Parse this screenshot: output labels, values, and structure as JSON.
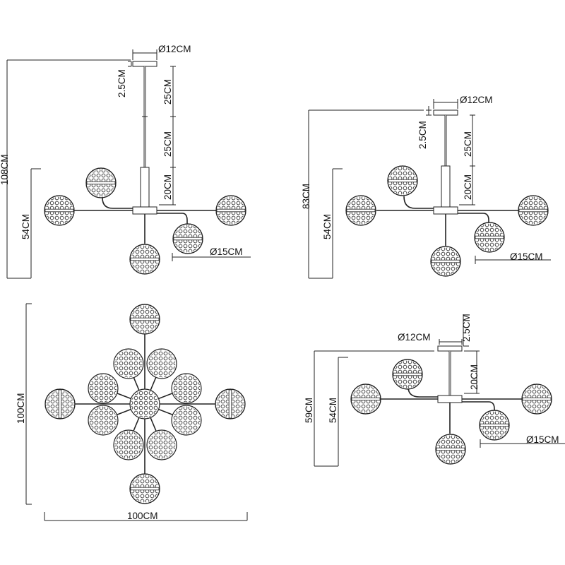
{
  "views": {
    "large_pendant": {
      "canopy_diameter": "Ø12CM",
      "canopy_height": "2.5CM",
      "rod_upper": "25CM",
      "rod_middle": "25CM",
      "rod_lower": "20CM",
      "body_height": "54CM",
      "total_height": "108CM",
      "globe_diameter": "Ø15CM"
    },
    "medium_pendant": {
      "canopy_diameter": "Ø12CM",
      "canopy_height": "2.5CM",
      "rod_upper": "25CM",
      "rod_lower": "20CM",
      "body_height": "54CM",
      "total_height": "83CM",
      "globe_diameter": "Ø15CM"
    },
    "top_view": {
      "height": "100CM",
      "width": "100CM"
    },
    "ceiling_mount": {
      "canopy_height": "2.5CM",
      "canopy_diameter": "Ø12CM",
      "rod": "20CM",
      "body_height": "54CM",
      "total_height": "59CM",
      "globe_diameter": "Ø15CM"
    }
  }
}
